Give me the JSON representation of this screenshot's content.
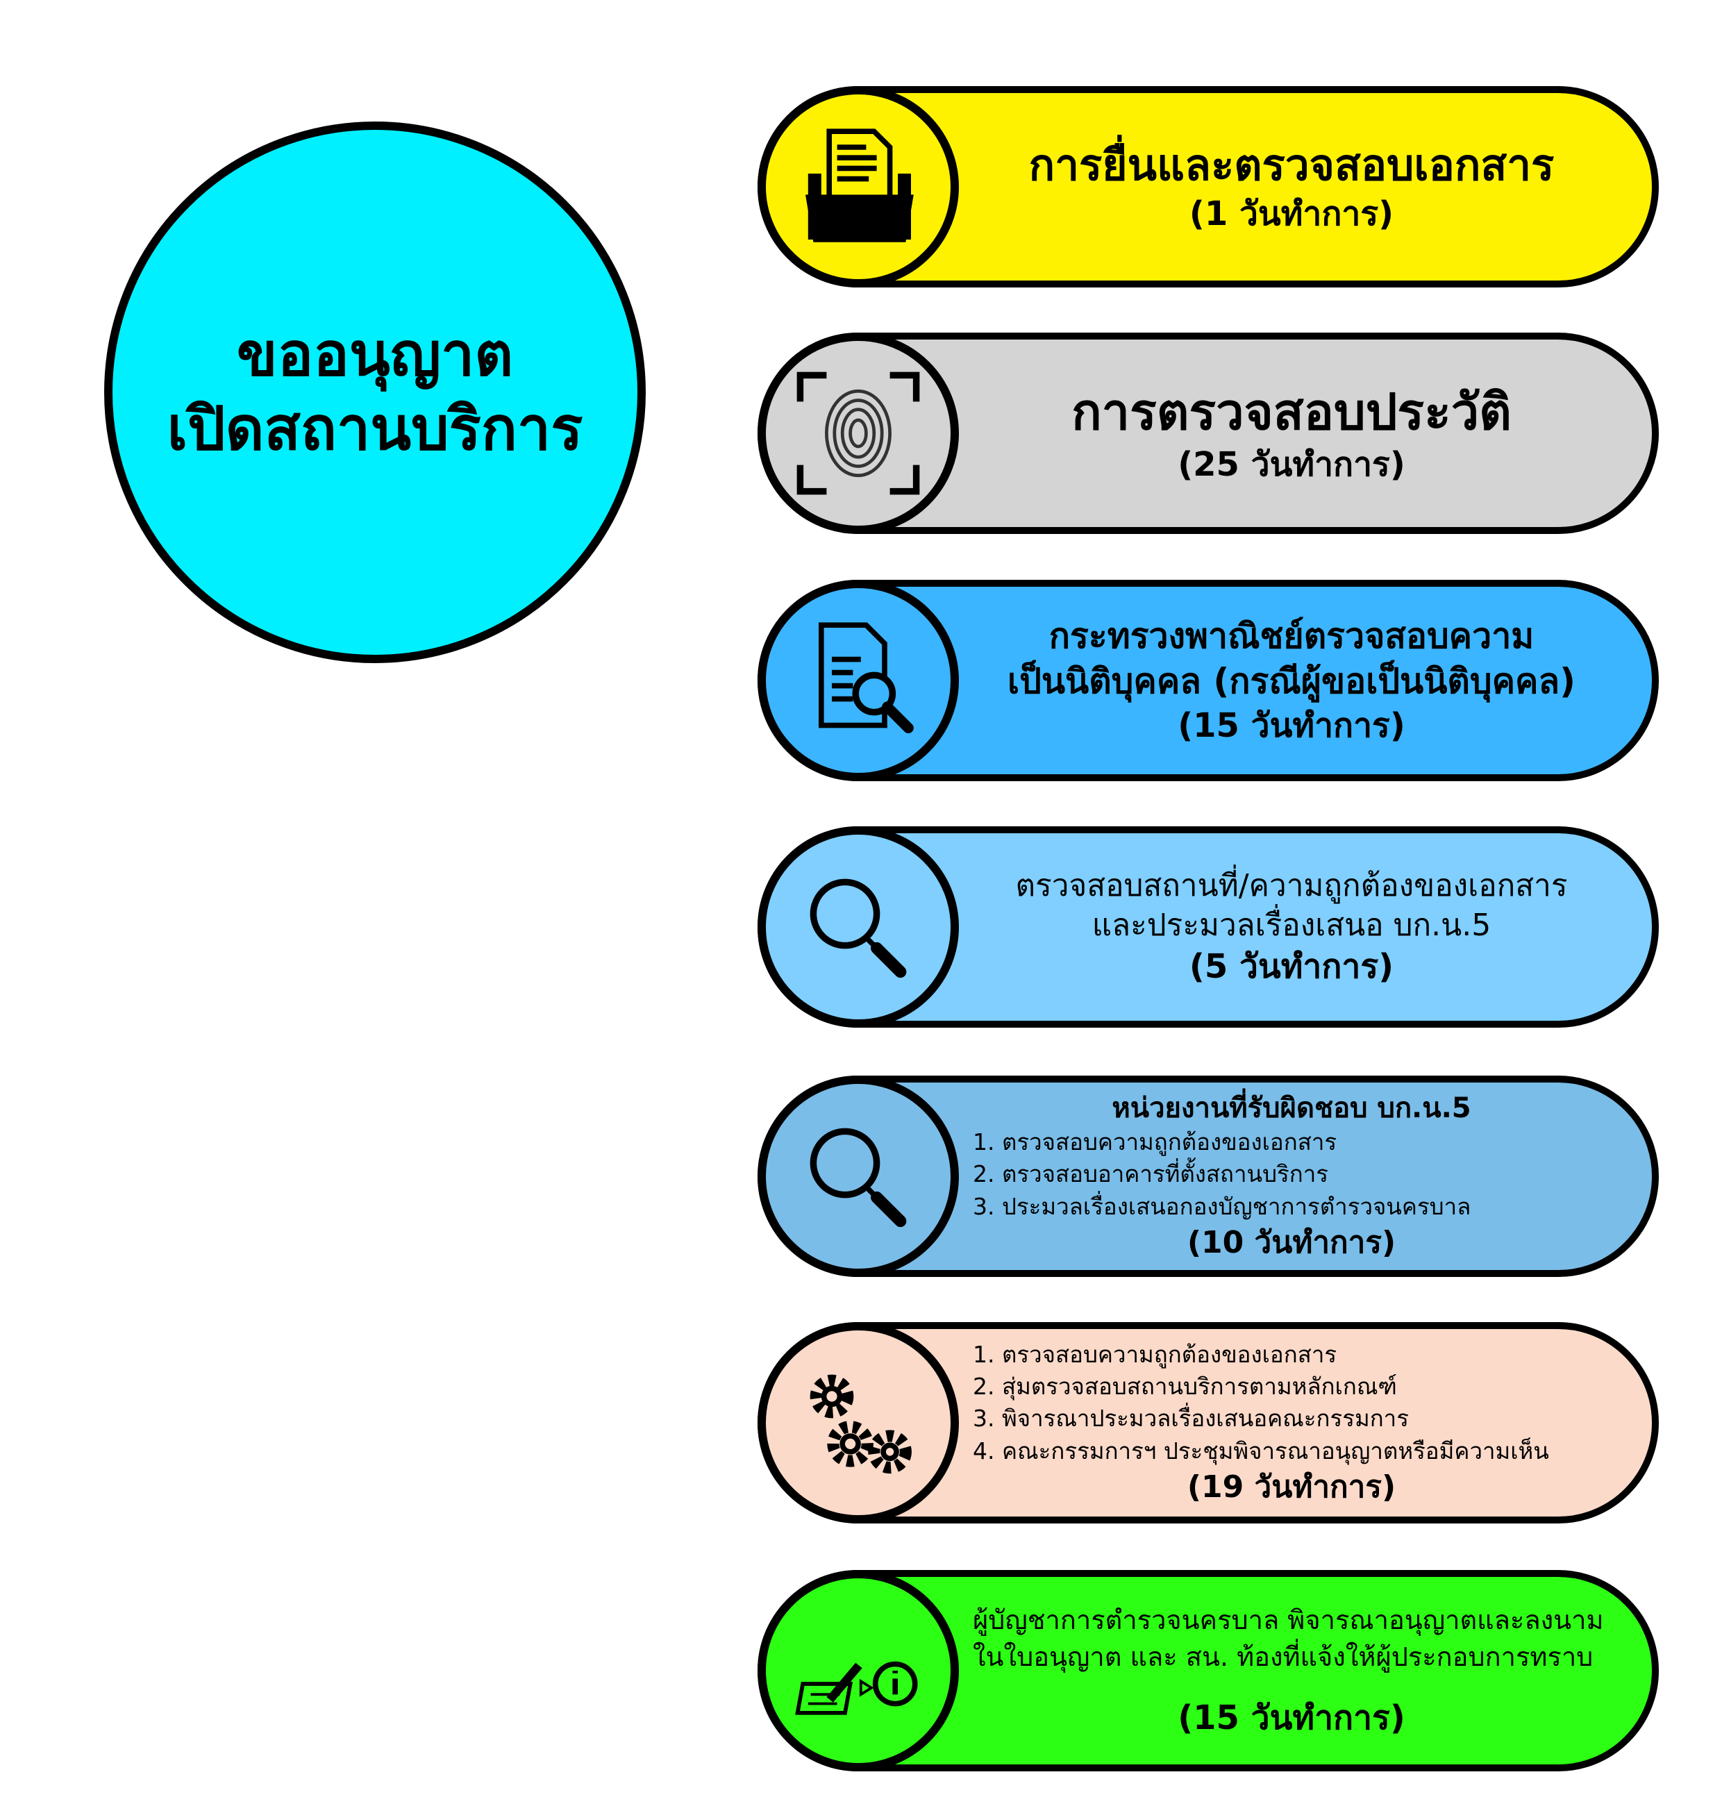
{
  "main": {
    "line1": "ขออนุญาต",
    "line2": "เปิดสถานบริการ",
    "color": "#00F0FF"
  },
  "steps": [
    {
      "title": "การยื่นและตรวจสอบเอกสาร",
      "duration": "(1 วันทำการ)",
      "color": "#FFF200",
      "icon": "document-folder-icon"
    },
    {
      "title": "การตรวจสอบประวัติ",
      "duration": "(25 วันทำการ)",
      "color": "#D4D4D4",
      "icon": "fingerprint-icon"
    },
    {
      "lines": [
        "กระทรวงพาณิชย์ตรวจสอบความ",
        "เป็นนิติบุคคล (กรณีผู้ขอเป็นนิติบุคคล)"
      ],
      "duration": "(15 วันทำการ)",
      "color": "#3BB5FF",
      "icon": "document-search-icon"
    },
    {
      "lines": [
        "ตรวจสอบสถานที่/ความถูกต้องของเอกสาร",
        "และประมวลเรื่องเสนอ บก.น.5"
      ],
      "duration": "(5 วันทำการ)",
      "color": "#80CFFF",
      "icon": "magnifier-icon"
    },
    {
      "heading": "หน่วยงานที่รับผิดชอบ บก.น.5",
      "items": [
        "1. ตรวจสอบความถูกต้องของเอกสาร",
        "2. ตรวจสอบอาคารที่ตั้งสถานบริการ",
        "3. ประมวลเรื่องเสนอกองบัญชาการตำรวจนครบาล"
      ],
      "duration": "(10 วันทำการ)",
      "color": "#7ABDE8",
      "icon": "magnifier-icon"
    },
    {
      "items": [
        "1. ตรวจสอบความถูกต้องของเอกสาร",
        "2. สุ่มตรวจสอบสถานบริการตามหลักเกณฑ์",
        "3. พิจารณาประมวลเรื่องเสนอคณะกรรมการ",
        "4. คณะกรรมการฯ ประชุมพิจารณาอนุญาตหรือมีความเห็น"
      ],
      "duration": "(19 วันทำการ)",
      "color": "#FBDACA",
      "icon": "gears-icon"
    },
    {
      "items": [
        "ผู้บัญชาการตำรวจนครบาล พิจารณาอนุญาตและลงนาม",
        "ในใบอนุญาต และ สน. ท้องที่แจ้งให้ผู้ประกอบการทราบ"
      ],
      "duration": "(15 วันทำการ)",
      "color": "#2CFF14",
      "icon": "sign-info-icon"
    }
  ]
}
